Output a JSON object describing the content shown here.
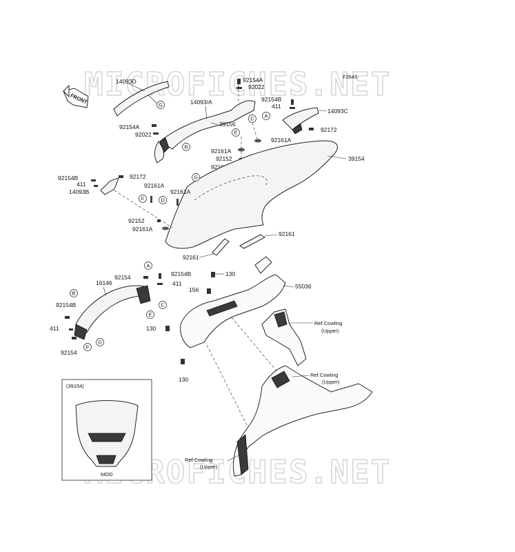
{
  "watermark": {
    "text": "MICROFICHES.NET"
  },
  "figure_code": "F2645",
  "front_arrow": {
    "label": "FRONT"
  },
  "part_labels": {
    "p14093D": "14093D",
    "p14093A": "14093/A",
    "p14093C": "14093C",
    "p14093B": "14093B",
    "p92154A_top": "92154A",
    "p92022_top": "92022",
    "p92154B_top": "92154B",
    "p411_top": "411",
    "p39156": "39156",
    "p92172_right": "92172",
    "p92154A_left": "92154A",
    "p92022_left": "92022",
    "p92161A_right": "92161A",
    "p39154": "39154",
    "p92161A_mid": "92161A",
    "p92152_mid": "92152",
    "p92161A_mid2": "92161A",
    "p92154B_left": "92154B",
    "p411_left": "411",
    "p92172_left": "92172",
    "p92161A_f": "92161A",
    "p92161A_d": "92161A",
    "p92152_low": "92152",
    "p92161A_low": "92161A",
    "p92161_right": "92161",
    "p92161_low": "92161",
    "p92154_bracket": "92154",
    "p92154B_bracket": "92154B",
    "p411_bracket": "411",
    "p16146": "16146",
    "p92154B_lower": "92154B",
    "p411_lower": "411",
    "p92154_lower": "92154",
    "p130_a": "130",
    "p156": "156",
    "p55036": "55036",
    "p130_b": "130",
    "p130_c": "130"
  },
  "ref_labels": {
    "ref1_line1": "Ref.Cowling",
    "ref1_line2": "(Upper)",
    "ref2_line1": "Ref.Cowling",
    "ref2_line2": "(Upper)",
    "ref3_line1": "Ref.Cowling",
    "ref3_line2": "(Upper)"
  },
  "callouts": {
    "G1": "G",
    "A1": "A",
    "B1": "B",
    "C1": "C",
    "E1": "E",
    "G2": "G",
    "F1": "F",
    "D1": "D",
    "A2": "A",
    "C2": "C",
    "E2": "E",
    "B2": "B",
    "D2": "D",
    "F2": "F"
  },
  "inset": {
    "title": "(39154)",
    "footer": "MOD"
  }
}
